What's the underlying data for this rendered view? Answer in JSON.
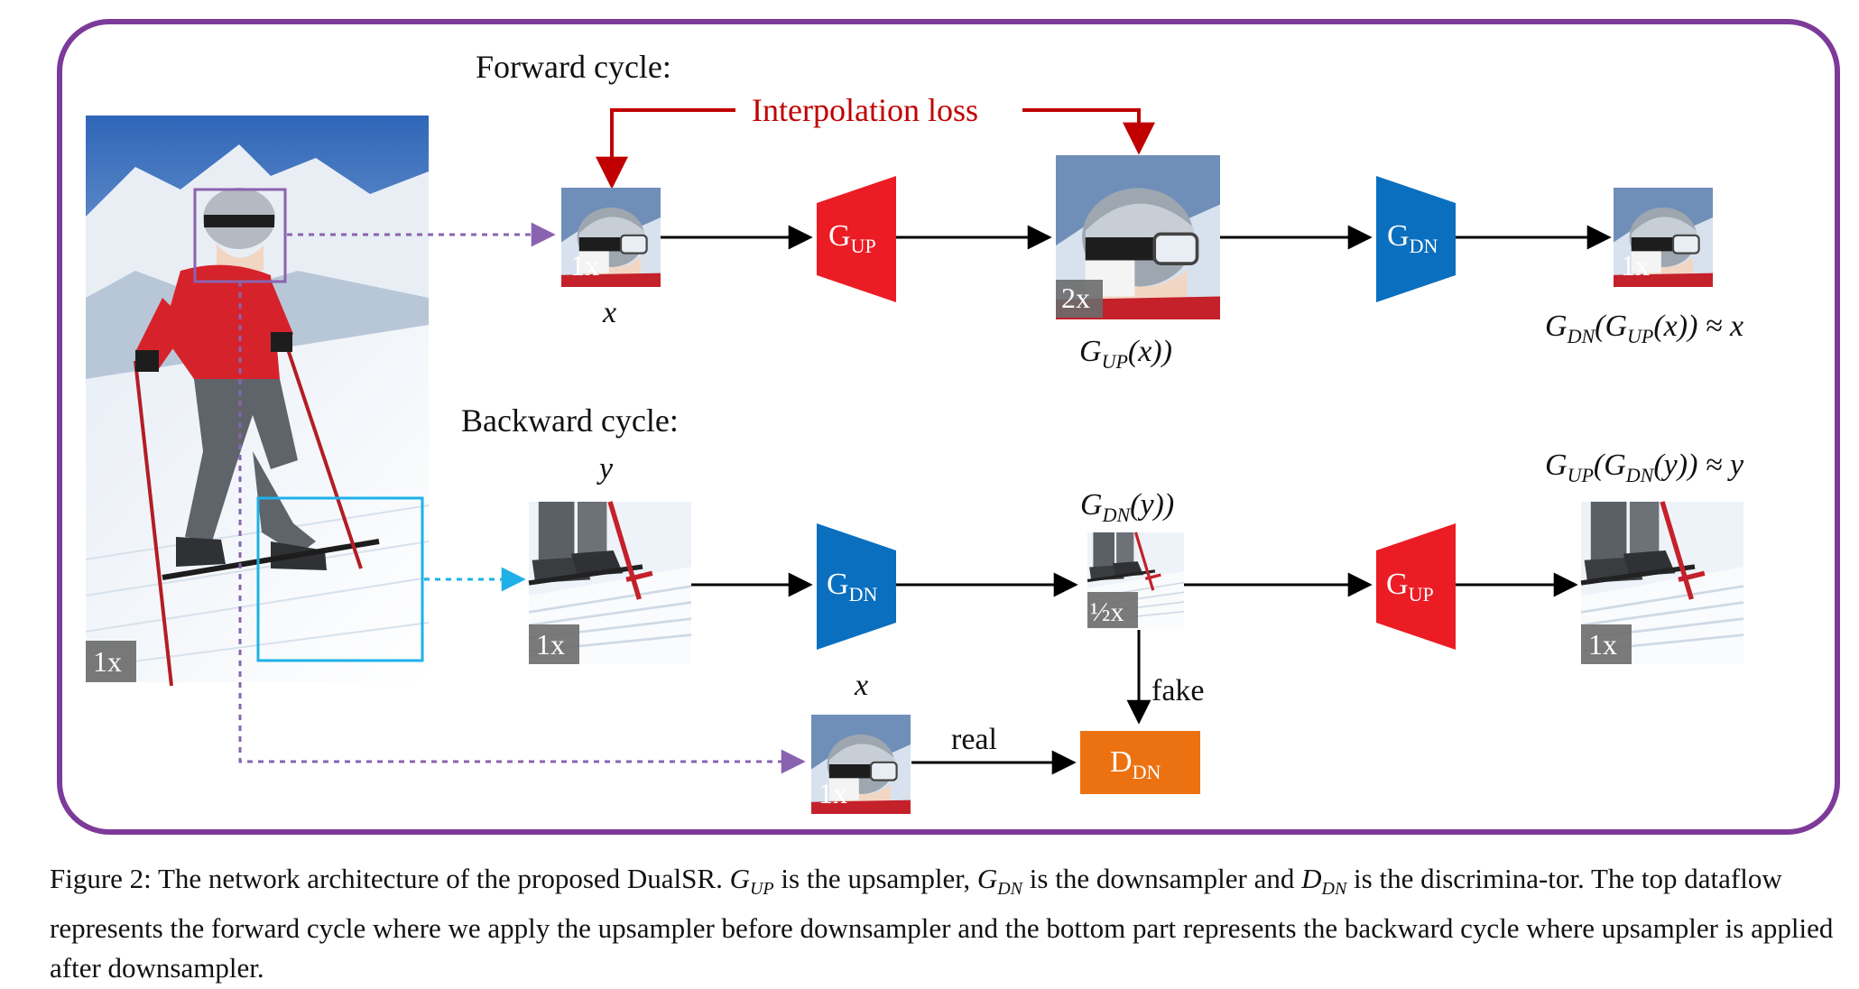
{
  "titles": {
    "forward": "Forward cycle:",
    "backward": "Backward cycle:"
  },
  "loss": {
    "label": "Interpolation loss"
  },
  "blocks": {
    "gup_main": "G",
    "gup_sub": "UP",
    "gdn_main": "G",
    "gdn_sub": "DN",
    "ddn_main": "D",
    "ddn_sub": "DN"
  },
  "scales": {
    "one": "1x",
    "two": "2x",
    "half": "½x"
  },
  "labels": {
    "x": "x",
    "y": "y",
    "gup_x": {
      "a": "G",
      "b": "UP",
      "c": "(x))"
    },
    "fwd_out": {
      "a": "G",
      "b": "DN",
      "c": "(G",
      "d": "UP",
      "e": "(x)) ≈ x"
    },
    "gdn_y": {
      "a": "G",
      "b": "DN",
      "c": "(y))"
    },
    "bwd_out": {
      "a": "G",
      "b": "UP",
      "c": "(G",
      "d": "DN",
      "e": "(y)) ≈ y"
    },
    "fake": "fake",
    "real": "real"
  },
  "caption": {
    "fig": "Figure 2: The network architecture of the proposed DualSR. ",
    "g": "G",
    "up": "UP",
    "t1": " is the upsampler, ",
    "dn1": "DN",
    "t2": " is the downsampler and ",
    "d": "D",
    "dn2": "DN",
    "t3": " is the discrimina-tor. The top dataflow represents the forward cycle where we apply the upsampler before downsampler and the bottom part represents the backward cycle where upsampler is applied after downsampler."
  },
  "colors": {
    "frame": "#7d3a98",
    "gup": "#ec1c24",
    "gdn": "#0a6fbf",
    "ddn": "#ec7211",
    "loss": "#c00000",
    "cyan": "#1eb1e8",
    "purple": "#8a63b0"
  },
  "icons": [
    "skier-photo",
    "helmet-crop",
    "boots-crop"
  ]
}
